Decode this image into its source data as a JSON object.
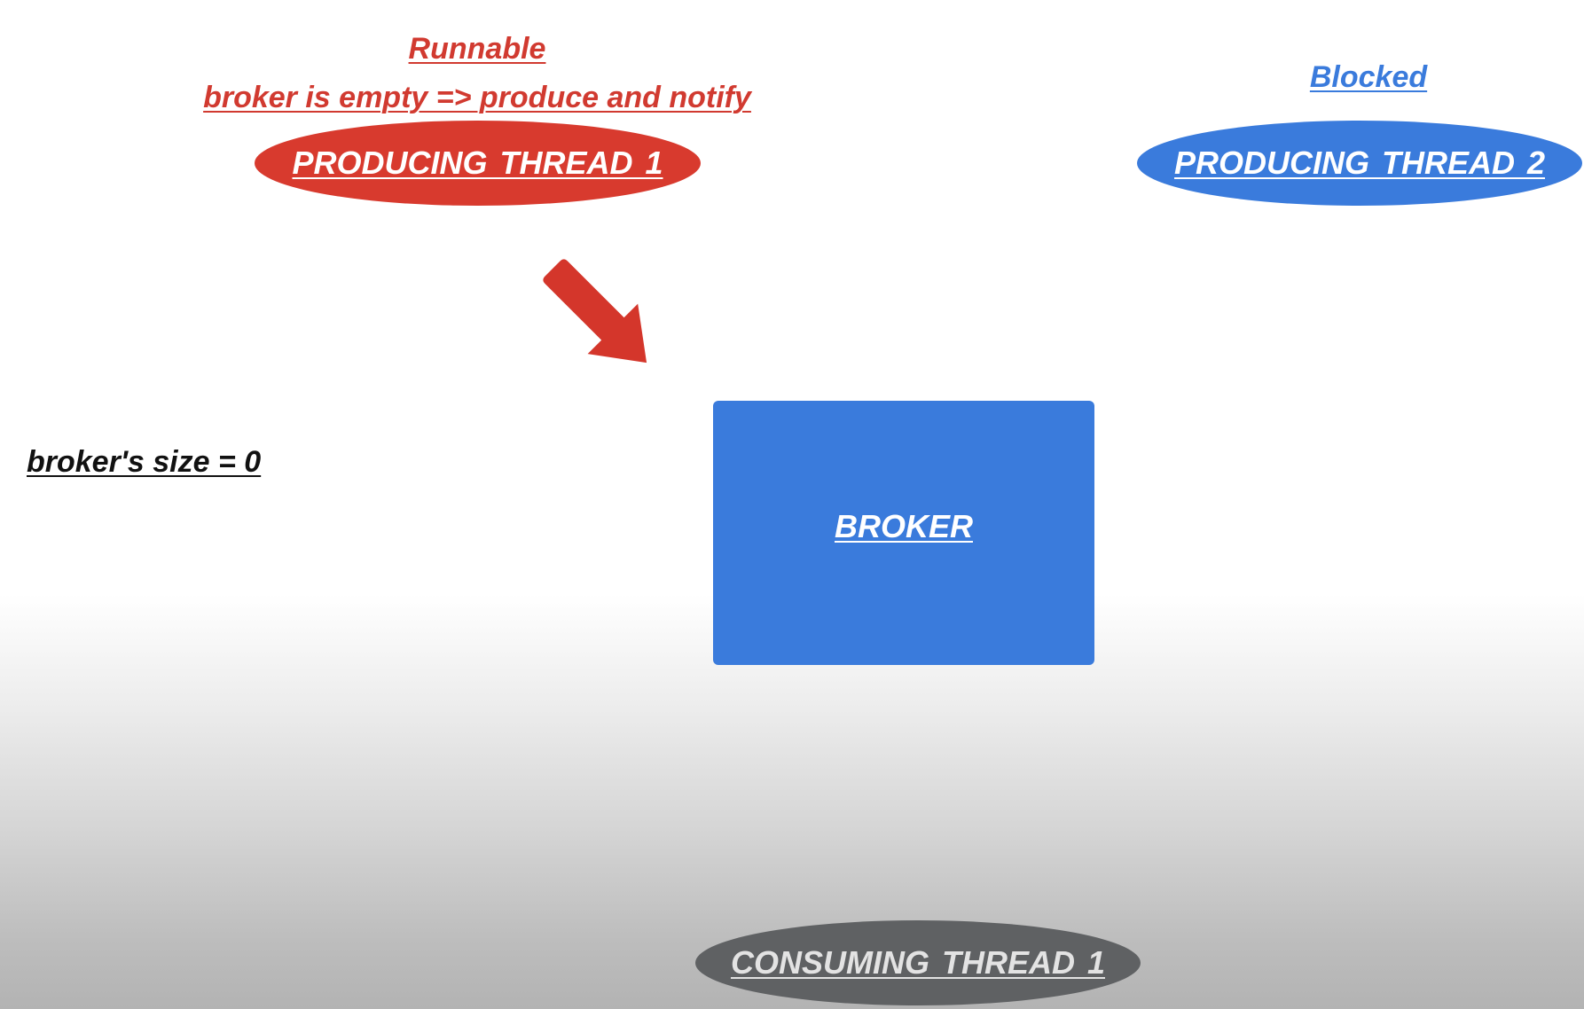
{
  "producer_1": {
    "state": "Runnable",
    "status": "broker is empty => produce and notify",
    "label": "PRODUCING  THREAD  1",
    "color": "#d83a2e"
  },
  "producer_2": {
    "state": "Blocked",
    "label": "PRODUCING  THREAD  2",
    "color": "#3a7bdc"
  },
  "broker": {
    "label": "BROKER",
    "size_text": "broker's size = 0",
    "color": "#3a7bdc"
  },
  "consumer_1": {
    "label": "CONSUMING  THREAD  1",
    "color": "#5f6163"
  },
  "arrow": {
    "icon": "arrow-down-right-icon",
    "color": "#d4362b"
  }
}
